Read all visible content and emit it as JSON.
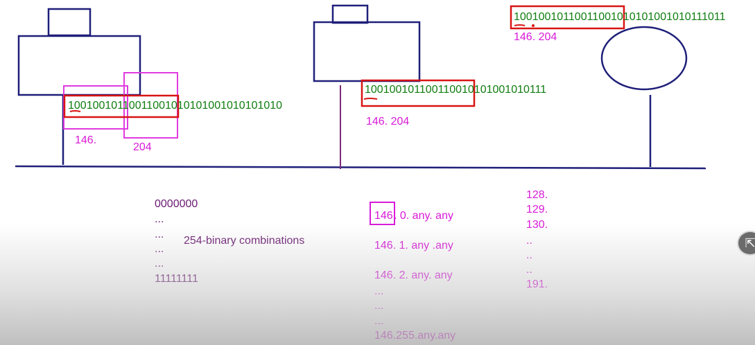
{
  "host_left": {
    "binary": "10010010110011001010101001010101010",
    "label_network": "146.",
    "label_host": "204"
  },
  "host_middle": {
    "binary": "100100101100110010101001010111",
    "label": "146. 204"
  },
  "host_right": {
    "binary": "10010010110011001010101001010111011",
    "label": "146. 204"
  },
  "binary_range": {
    "start": "0000000",
    "dots": [
      "...",
      "...",
      "...",
      "..."
    ],
    "note": "254-binary combinations",
    "end": "11111111"
  },
  "network_list": {
    "first_prefix": "146",
    "first_suffix": ". 0. any. any",
    "items": [
      "146. 1. any .any",
      "146. 2. any. any"
    ],
    "dots": [
      "...",
      "...",
      "..."
    ],
    "last": "146.255.any.any"
  },
  "first_octet_range": {
    "values": [
      "128.",
      "129.",
      "130."
    ],
    "dots": [
      "..",
      "..",
      ".."
    ],
    "last": "191."
  },
  "colors": {
    "line": "#1f1f7a",
    "binary": "#0f7d0f",
    "label": "#d81ad8",
    "highlight_red": "#d81414",
    "dark_text": "#6a1a72"
  },
  "player": {
    "icon": "pip-exit-icon"
  }
}
